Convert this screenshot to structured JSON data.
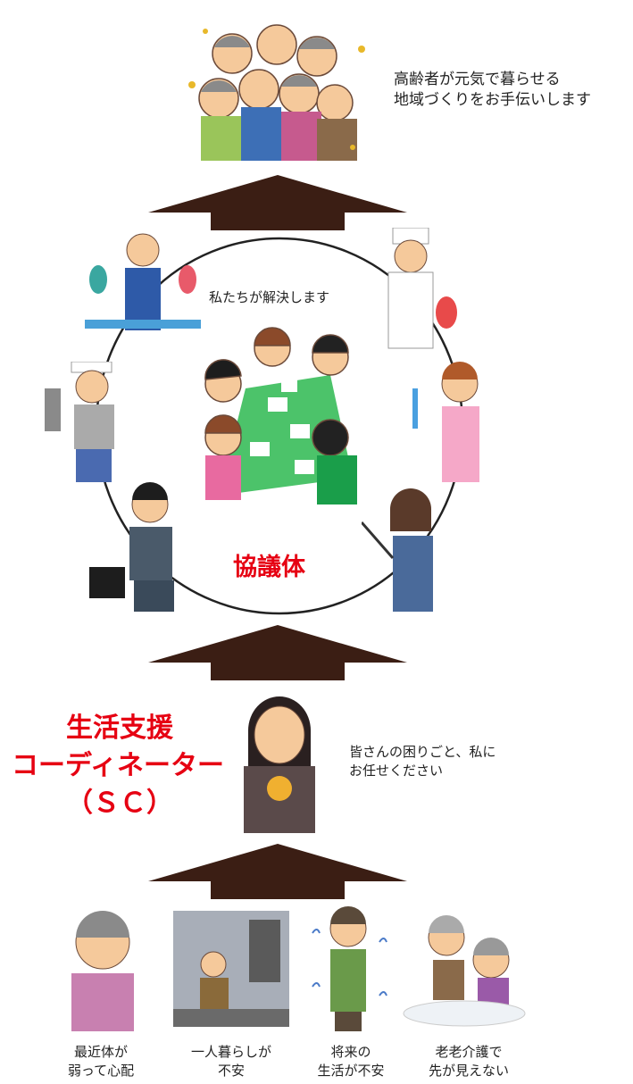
{
  "top_text": {
    "line1": "高齢者が元気で暮らせる",
    "line2": "地域づくりをお手伝いします"
  },
  "circle": {
    "caption": "私たちが解決します",
    "center_label": "協議体"
  },
  "sc": {
    "title_line1": "生活支援",
    "title_line2": "コーディネーター",
    "title_line3": "（ＳＣ）",
    "speech_line1": "皆さんの困りごと、私に",
    "speech_line2": "お任せください"
  },
  "concerns": [
    {
      "line1": "最近体が",
      "line2": "弱って心配"
    },
    {
      "line1": "一人暮らしが",
      "line2": "不安"
    },
    {
      "line1": "将来の",
      "line2": "生活が不安"
    },
    {
      "line1": "老老介護で",
      "line2": "先が見えない"
    }
  ],
  "colors": {
    "accent_red": "#e60012",
    "arrow_brown": "#3b1e14",
    "table_green": "#4cc36a"
  }
}
